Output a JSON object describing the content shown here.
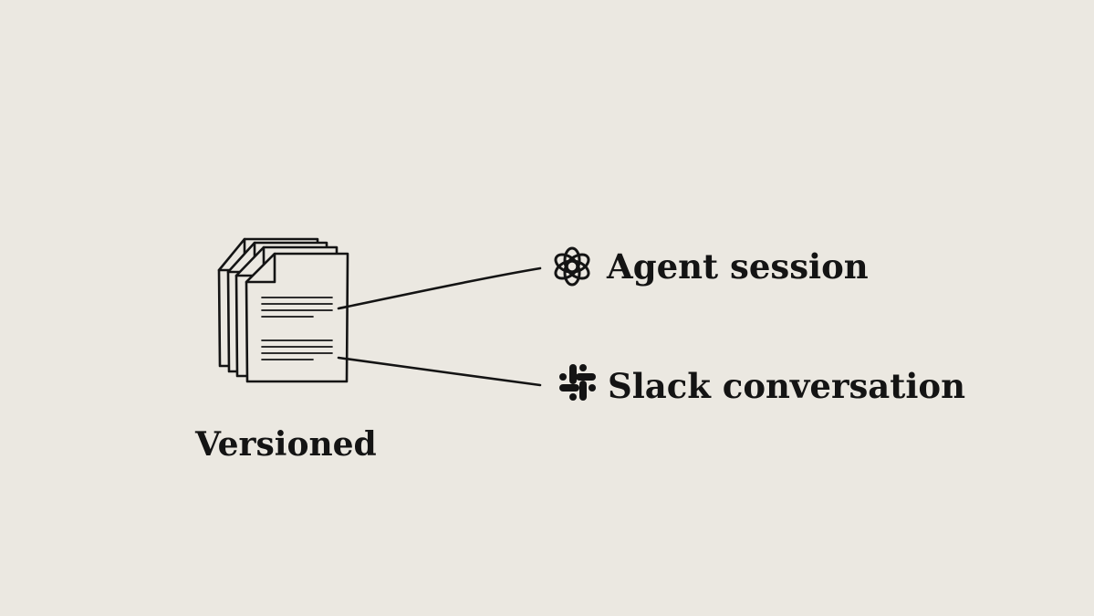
{
  "nodes": {
    "source": {
      "label": "Versioned",
      "icon": "stacked-documents-icon"
    },
    "targets": [
      {
        "label": "Agent session",
        "icon": "openai-logo-icon"
      },
      {
        "label": "Slack conversation",
        "icon": "slack-logo-icon"
      }
    ]
  },
  "colors": {
    "background": "#ebe8e1",
    "ink": "#141414",
    "paper": "#ebe8e1"
  }
}
